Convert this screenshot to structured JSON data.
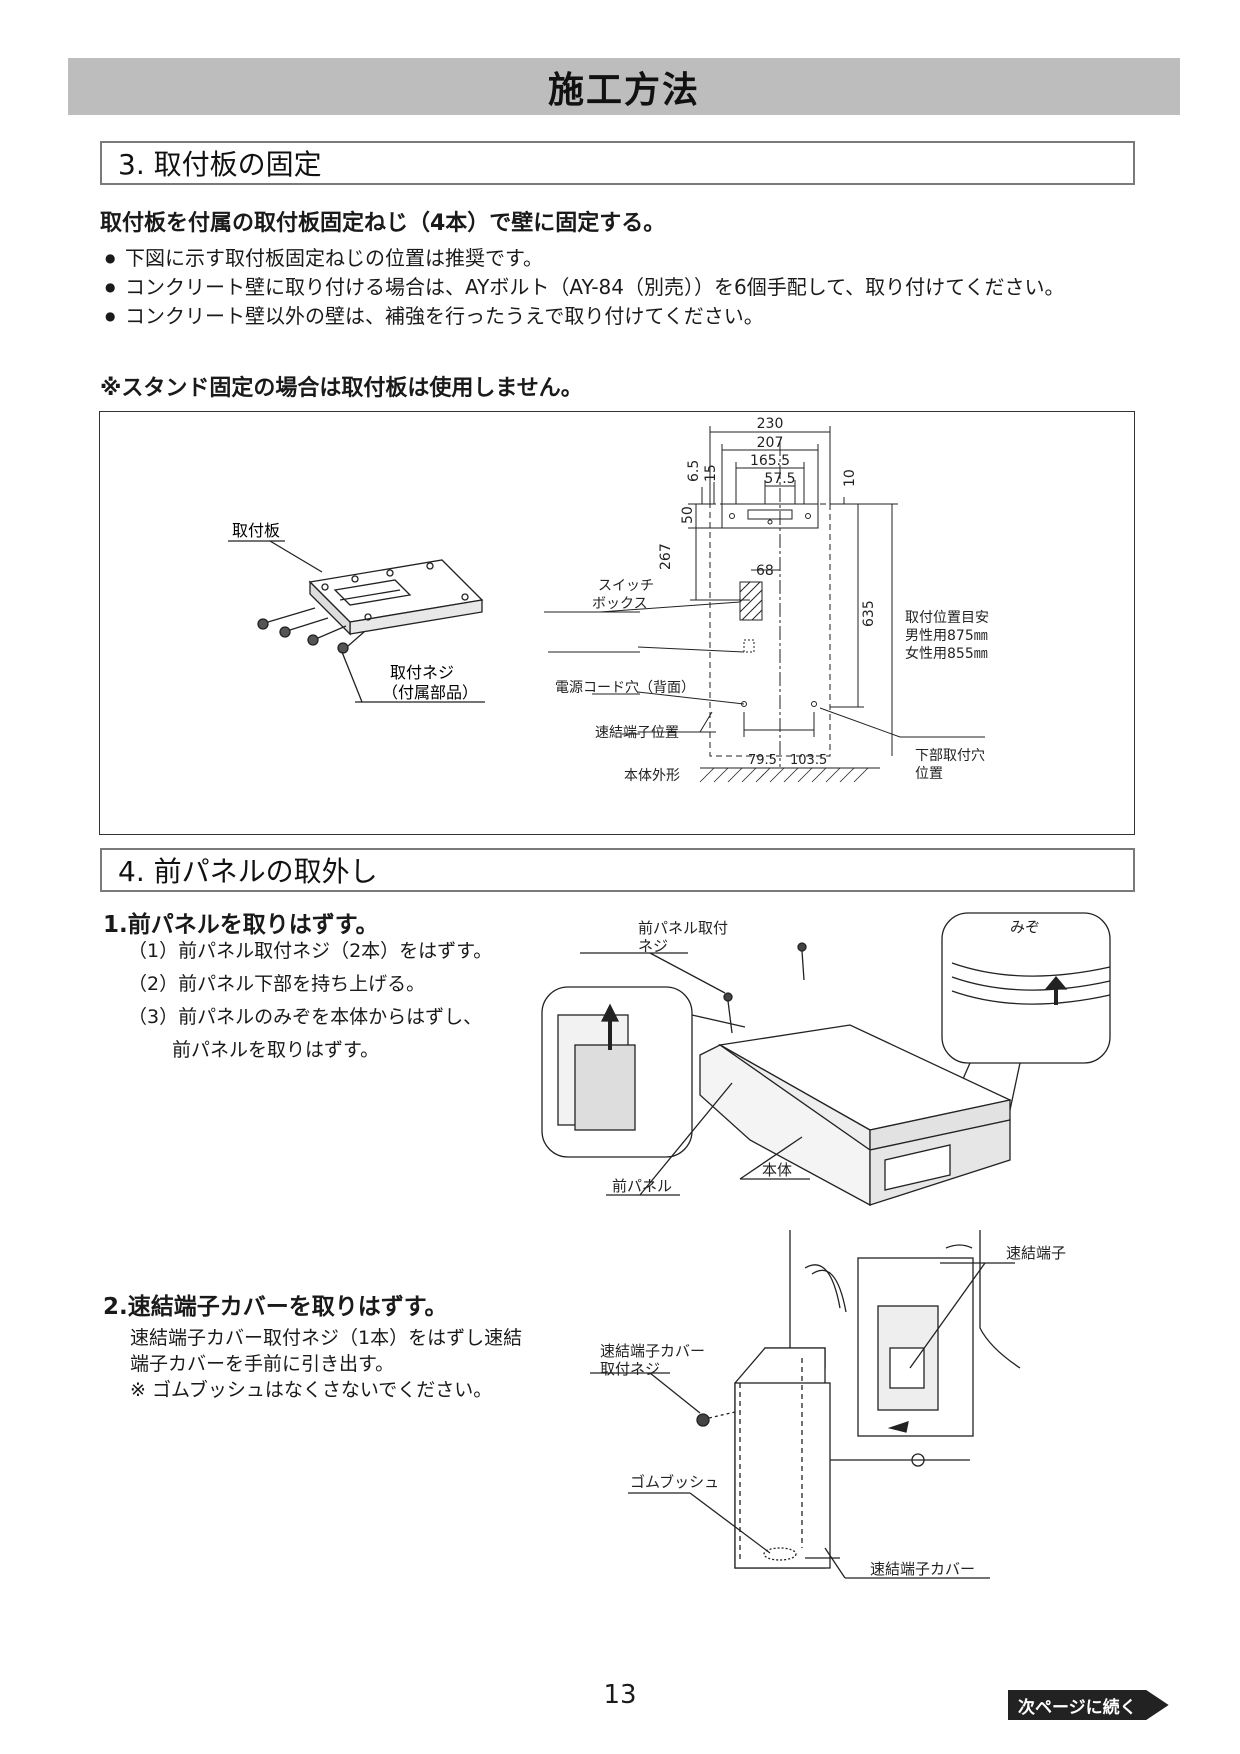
{
  "header": {
    "title": "施工方法"
  },
  "section3": {
    "title": "3. 取付板の固定",
    "lead": "取付板を付属の取付板固定ねじ（4本）で壁に固定する。",
    "bullets": [
      "下図に示す取付板固定ねじの位置は推奨です。",
      "コンクリート壁に取り付ける場合は、AYボルト（AY-84（別売））を6個手配して、取り付けてください。",
      "コンクリート壁以外の壁は、補強を行ったうえで取り付けてください。"
    ],
    "note": "※スタンド固定の場合は取付板は使用しません。",
    "figure": {
      "plate_label": "取付板",
      "screw_label_1": "取付ネジ",
      "screw_label_2": "（付属部品）",
      "dims": {
        "w230": "230",
        "w207": "207",
        "w165": "165.5",
        "w57": "57.5",
        "v6": "6.5",
        "v15": "15",
        "v10": "10",
        "v50": "50",
        "v267": "267",
        "v68": "68",
        "v635": "635",
        "v79": "79.5",
        "v103": "103.5"
      },
      "switch_1": "スイッチ",
      "switch_2": "ボックス",
      "cord": "電源コード穴（背面）",
      "terminal": "速結端子位置",
      "outline": "本体外形",
      "height_guide_1": "取付位置目安",
      "height_guide_2": "男性用875㎜",
      "height_guide_3": "女性用855㎜",
      "lower_hole_1": "下部取付穴",
      "lower_hole_2": "位置"
    }
  },
  "section4": {
    "title": "4. 前パネルの取外し",
    "step1": {
      "title": "1.前パネルを取りはずす。",
      "items": [
        "（1）前パネル取付ネジ（2本）をはずす。",
        "（2）前パネル下部を持ち上げる。",
        "（3）前パネルのみぞを本体からはずし、",
        "　　 前パネルを取りはずす。"
      ],
      "fig": {
        "screw_1": "前パネル取付",
        "screw_2": "ネジ",
        "groove": "みぞ",
        "panel": "前パネル",
        "body": "本体"
      }
    },
    "step2": {
      "title": "2.速結端子カバーを取りはずす。",
      "desc": [
        "速結端子カバー取付ネジ（1本）をはずし速結",
        "端子カバーを手前に引き出す。",
        "※ ゴムブッシュはなくさないでください。"
      ],
      "fig": {
        "terminal": "速結端子",
        "cover_screw_1": "速結端子カバー",
        "cover_screw_2": "取付ネジ",
        "bush": "ゴムブッシュ",
        "cover": "速結端子カバー"
      }
    }
  },
  "footer": {
    "page": "13",
    "continue": "次ページに続く"
  }
}
